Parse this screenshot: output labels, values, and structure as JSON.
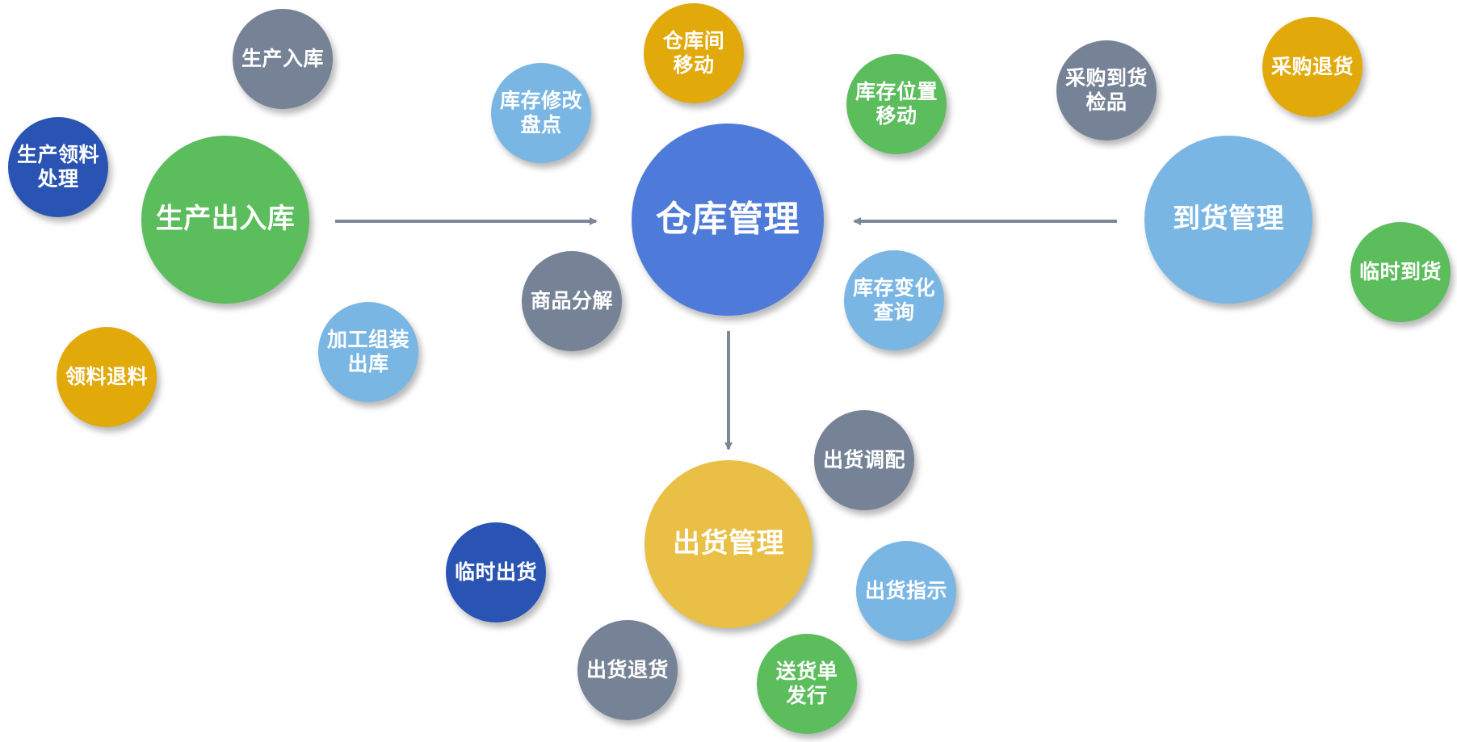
{
  "colors": {
    "royal_blue": "#4E7AD9",
    "navy": "#2A54B3",
    "light_blue": "#7AB6E3",
    "green": "#5CBD5D",
    "gold": "#E2A90A",
    "yellow": "#E9BF45",
    "slate": "#768296",
    "arrow": "#7C8898"
  },
  "nodes": {
    "warehouse": {
      "label": "仓库管理",
      "color": "royal_blue"
    },
    "production": {
      "label": "生产出入库",
      "color": "green"
    },
    "arrival": {
      "label": "到货管理",
      "color": "light_blue"
    },
    "shipping": {
      "label": "出货管理",
      "color": "yellow"
    },
    "prod_in": {
      "label": "生产入库",
      "color": "slate"
    },
    "prod_issue": {
      "label": "生产领料\n处理",
      "color": "navy"
    },
    "issue_return": {
      "label": "领料退料",
      "color": "gold"
    },
    "assembly_out": {
      "label": "加工组装\n出库",
      "color": "light_blue"
    },
    "move_wh": {
      "label": "仓库间\n移动",
      "color": "gold"
    },
    "stocktake": {
      "label": "库存修改\n盘点",
      "color": "light_blue"
    },
    "move_loc": {
      "label": "库存位置\n移动",
      "color": "green"
    },
    "decompose": {
      "label": "商品分解",
      "color": "slate"
    },
    "stock_query": {
      "label": "库存变化\n查询",
      "color": "light_blue"
    },
    "inspection": {
      "label": "采购到货\n检品",
      "color": "slate"
    },
    "purchase_return": {
      "label": "采购退货",
      "color": "gold"
    },
    "temp_arrival": {
      "label": "临时到货",
      "color": "green"
    },
    "ship_dispatch": {
      "label": "出货调配",
      "color": "slate"
    },
    "temp_ship": {
      "label": "临时出货",
      "color": "navy"
    },
    "ship_instruct": {
      "label": "出货指示",
      "color": "light_blue"
    },
    "ship_return": {
      "label": "出货退货",
      "color": "slate"
    },
    "delivery_note": {
      "label": "送货单\n发行",
      "color": "green"
    }
  },
  "edges": [
    {
      "from": "production",
      "to": "warehouse"
    },
    {
      "from": "arrival",
      "to": "warehouse"
    },
    {
      "from": "warehouse",
      "to": "shipping"
    }
  ]
}
